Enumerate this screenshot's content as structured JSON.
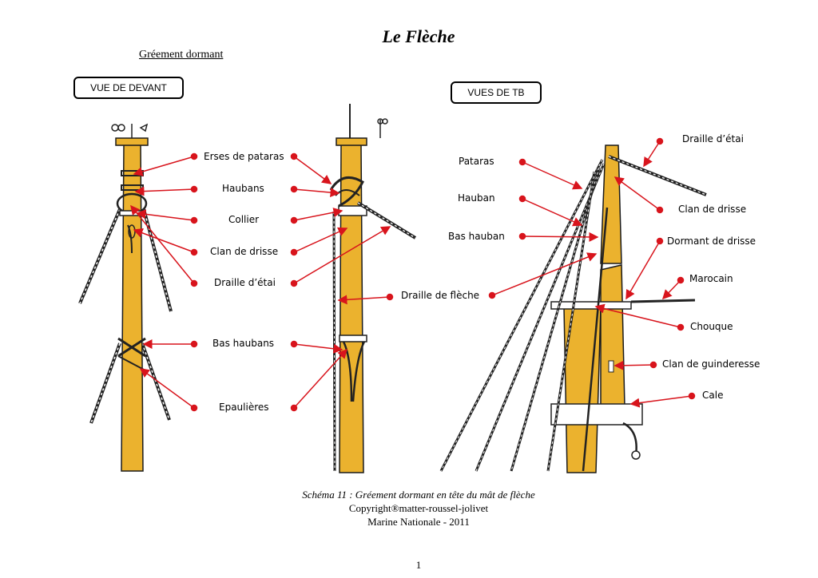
{
  "page": {
    "title": "Le Flèche",
    "subtitle": "Gréement dormant",
    "page_number": "1"
  },
  "views": {
    "front": "VUE DE DEVANT",
    "side": "VUES DE TB"
  },
  "front_labels": [
    "Erses de pataras",
    "Haubans",
    "Collier",
    "Clan de drisse",
    "Draille d’étai",
    "Bas haubans",
    "Epaulières"
  ],
  "middle_labels": [
    "Draille de flèche"
  ],
  "side_labels_left": [
    "Pataras",
    "Hauban",
    "Bas hauban"
  ],
  "side_labels_right": [
    "Draille d’étai",
    "Clan de drisse",
    "Dormant de drisse",
    "Marocain",
    "Chouque",
    "Clan de guinderesse",
    "Cale"
  ],
  "caption": {
    "line1": "Schéma 11 : Gréement dormant en tête du mât de flèche",
    "line2": "Copyright®matter-roussel-jolivet",
    "line3": "Marine Nationale - 2011"
  },
  "colors": {
    "mast": "#EBB22E",
    "mast_outline": "#1a1a1a",
    "arrow": "#D8141C"
  }
}
